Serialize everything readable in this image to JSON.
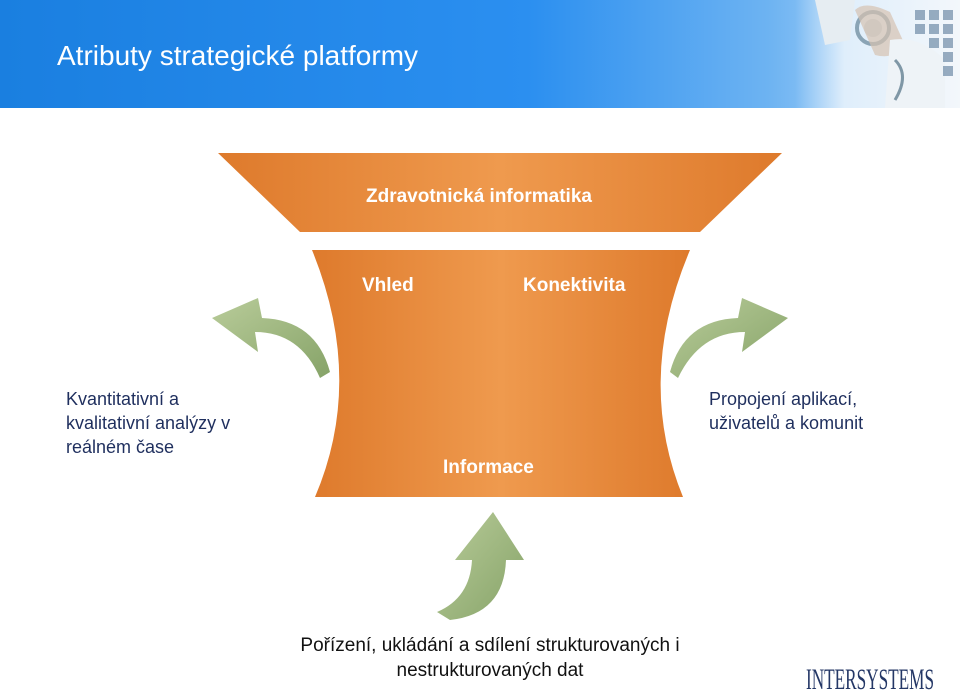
{
  "slide": {
    "title": "Atributy strategické platformy"
  },
  "funnel": {
    "top_label": "Zdravotnická informatika",
    "left_label": "Vhled",
    "right_label": "Konektivita",
    "base_label": "Informace"
  },
  "callouts": {
    "left_lines": [
      "Kvantitativní a",
      "kvalitativní analýzy v",
      "reálném čase"
    ],
    "right_lines": [
      "Propojení aplikací,",
      "uživatelů a komunit"
    ],
    "bottom_lines": [
      "Pořízení, ukládání a sdílení strukturovaných i",
      "nestrukturovaných dat"
    ]
  },
  "logo": {
    "text": "INTERSYSTEMS"
  },
  "colors": {
    "header_blue": "#1a7fe0",
    "funnel_orange": "#e8873a",
    "arrow_green": "#9cb57a"
  }
}
